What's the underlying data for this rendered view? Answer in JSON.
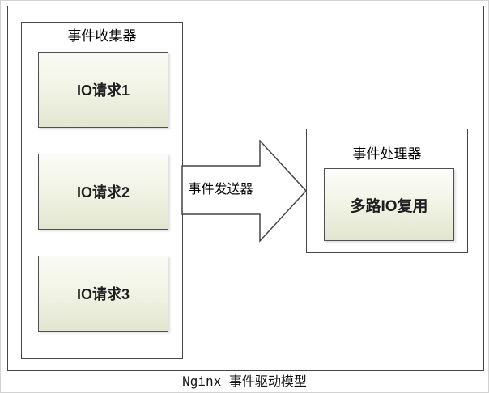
{
  "diagram": {
    "collector": {
      "title": "事件收集器",
      "boxes": [
        {
          "label": "IO请求1"
        },
        {
          "label": "IO请求2"
        },
        {
          "label": "IO请求3"
        }
      ]
    },
    "arrow": {
      "label": "事件发送器"
    },
    "processor": {
      "title": "事件处理器",
      "box": {
        "label": "多路IO复用"
      }
    },
    "caption": "Nginx 事件驱动模型",
    "colors": {
      "line": "#454545",
      "box_border": "#4f4f4f",
      "box_fill_top": "#fafbf5",
      "box_fill_bottom": "#e2e6d0",
      "page_edge": "#d2d2d2",
      "text": "#1f1f1f"
    }
  }
}
